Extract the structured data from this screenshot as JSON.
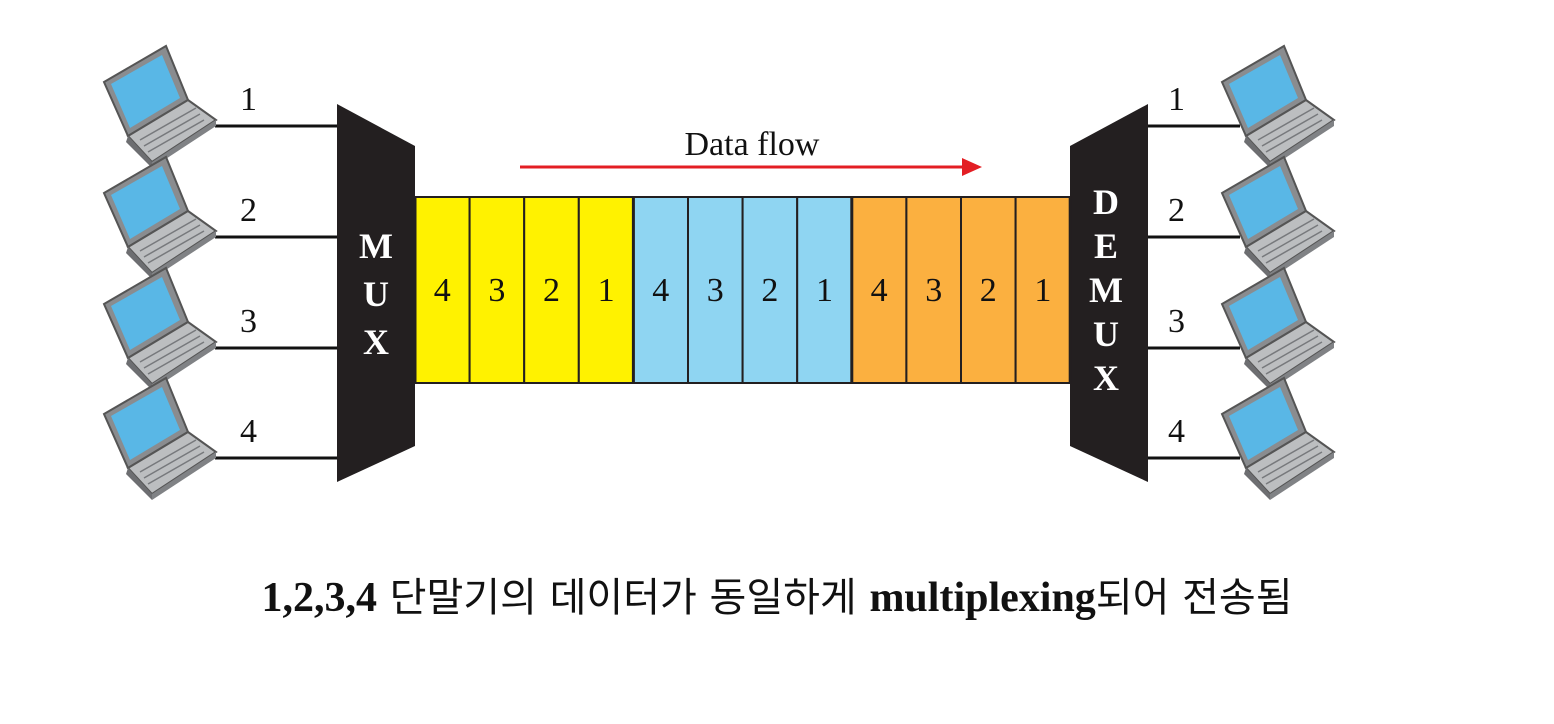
{
  "inputs": [
    "1",
    "2",
    "3",
    "4"
  ],
  "outputs": [
    "1",
    "2",
    "3",
    "4"
  ],
  "mux_letters": [
    "M",
    "U",
    "X"
  ],
  "demux_letters": [
    "D",
    "E",
    "M",
    "U",
    "X"
  ],
  "flow_label": "Data flow",
  "frames": [
    {
      "color": "#fff200",
      "slots": [
        "4",
        "3",
        "2",
        "1"
      ]
    },
    {
      "color": "#8fd5f2",
      "slots": [
        "4",
        "3",
        "2",
        "1"
      ]
    },
    {
      "color": "#fbb040",
      "slots": [
        "4",
        "3",
        "2",
        "1"
      ]
    }
  ],
  "colors": {
    "device": "#231f20",
    "arrow": "#e31e24",
    "screen": "#59b7e6",
    "laptop_body": "#a7a9ac"
  },
  "caption": {
    "part1": "1,2,3,4",
    "part2": " 단말기의 데이터가 동일하게 ",
    "part3": "multiplexing",
    "part4": "되어 전송됨"
  }
}
